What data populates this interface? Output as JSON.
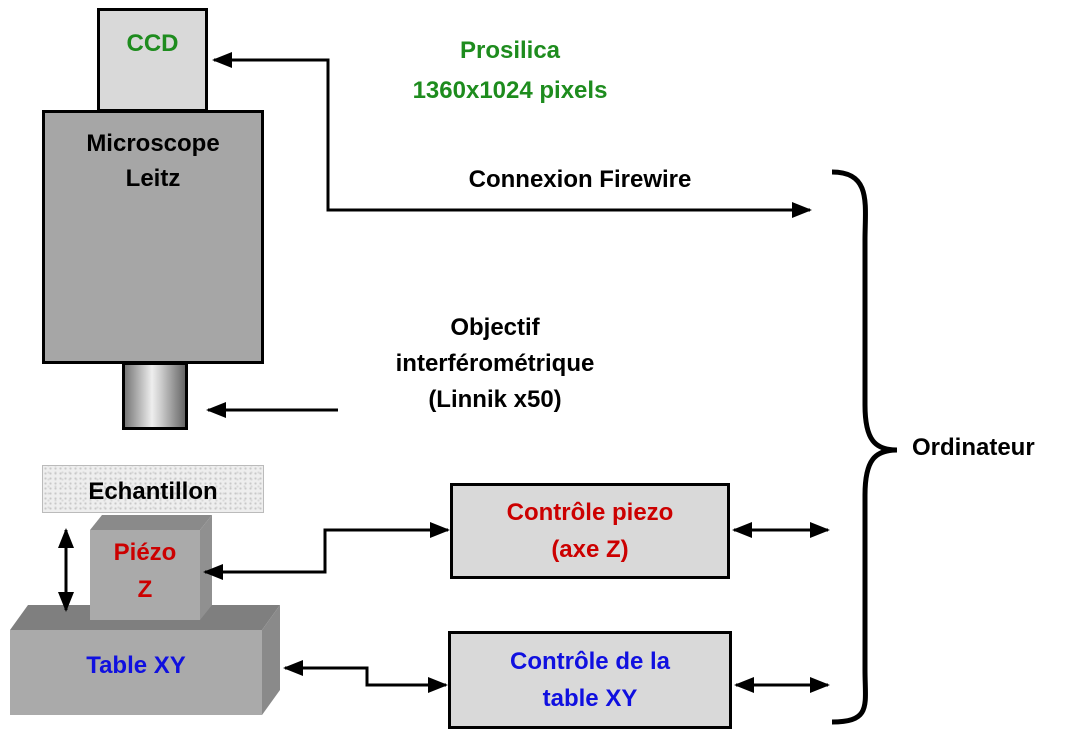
{
  "labels": {
    "ccd": "CCD",
    "camera_line1": "Prosilica",
    "camera_line2": "1360x1024 pixels",
    "microscope_line1": "Microscope",
    "microscope_line2": "Leitz",
    "firewire": "Connexion Firewire",
    "objective_line1": "Objectif",
    "objective_line2": "interférométrique",
    "objective_line3": "(Linnik x50)",
    "sample": "Echantillon",
    "piezo_line1": "Piézo",
    "piezo_line2": "Z",
    "table": "Table XY",
    "piezo_control_line1": "Contrôle piezo",
    "piezo_control_line2": "(axe Z)",
    "table_control_line1": "Contrôle de la",
    "table_control_line2": "table XY",
    "computer": "Ordinateur"
  },
  "colors": {
    "green": "#1e8c1e",
    "red": "#cc0000",
    "blue": "#1010e0",
    "box_gray": "#d9d9d9",
    "microscope_gray": "#a6a6a6",
    "block_gray": "#aaaaaa"
  }
}
